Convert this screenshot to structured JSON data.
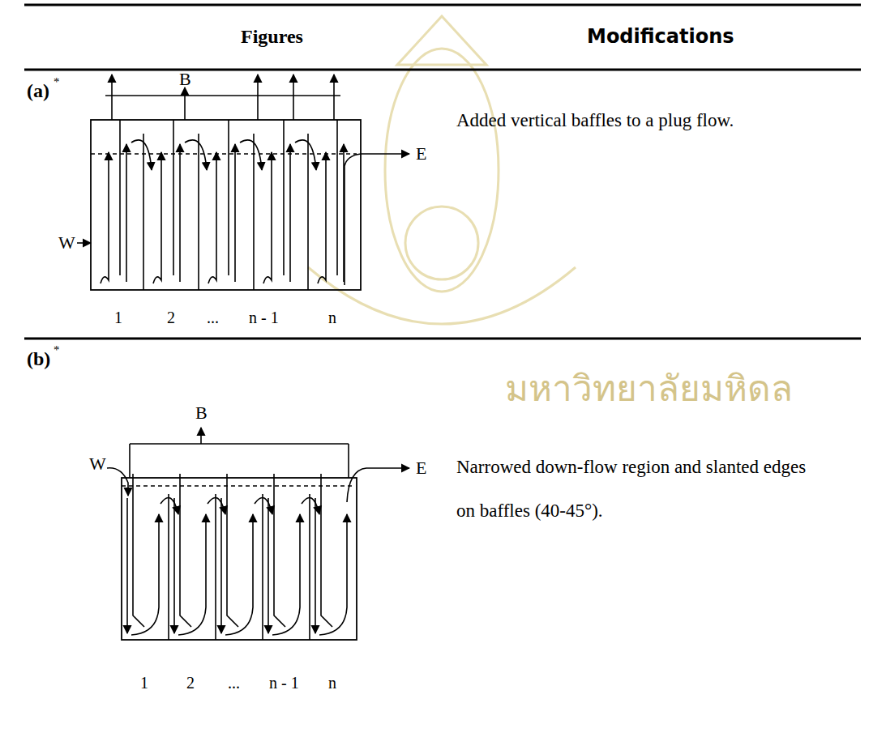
{
  "diagram": {
    "labels": [
      "Figures",
      "Modifications",
      "(a)",
      "*",
      "B",
      "W",
      "E",
      "1",
      "2",
      "...",
      "n - 1",
      "n",
      "Added vertical baffles to a plug flow.",
      "(b)",
      "*",
      "B",
      "W",
      "E",
      "1",
      "2",
      "...",
      "n - 1",
      "n",
      "Narrowed down-flow region and slanted edges on baffles (40-45°).",
      "มหาวิทยาลัยมหิดล"
    ]
  }
}
